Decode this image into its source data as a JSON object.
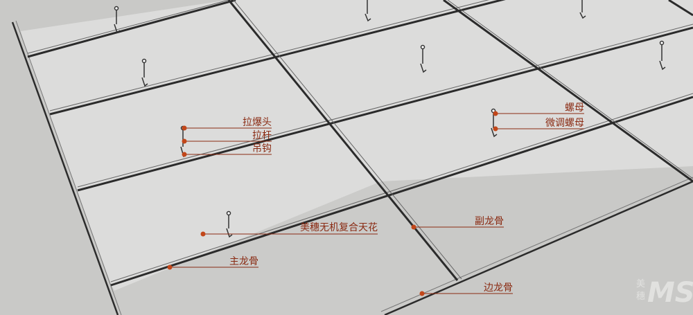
{
  "labels": [
    {
      "id": "pull-anchor",
      "text": "拉爆头"
    },
    {
      "id": "pull-rod",
      "text": "拉杆"
    },
    {
      "id": "hanger-hook",
      "text": "吊钩"
    },
    {
      "id": "nut",
      "text": "螺母"
    },
    {
      "id": "fine-nut",
      "text": "微调螺母"
    },
    {
      "id": "ceiling-panel",
      "text": "美穗无机复合天花"
    },
    {
      "id": "secondary-keel",
      "text": "副龙骨"
    },
    {
      "id": "main-keel",
      "text": "主龙骨"
    },
    {
      "id": "edge-keel",
      "text": "边龙骨"
    }
  ],
  "logo": {
    "line1": "美",
    "line2": "穗",
    "mark": "MS"
  },
  "colors": {
    "panel": "#dcdcdb",
    "background": "#c9c9c7",
    "grid": "#2b2b2b",
    "leader": "#8a2a12",
    "dot": "#c2471a"
  }
}
